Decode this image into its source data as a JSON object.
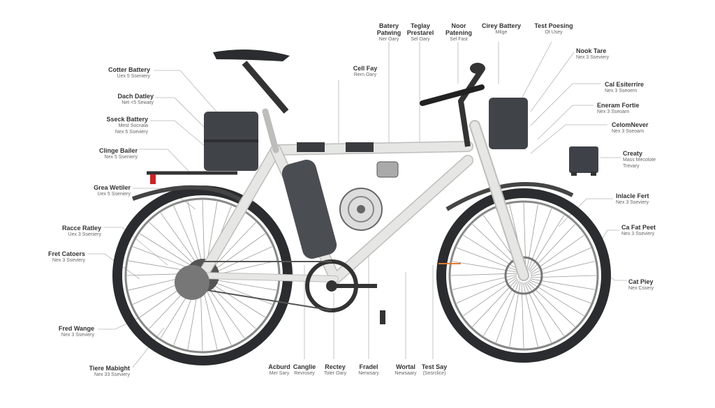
{
  "left_labels": [
    {
      "title": "Cotter Battery",
      "sub": "Uex 5 Sseniery"
    },
    {
      "title": "Dach Datley",
      "sub": "Net <5 Sewaty"
    },
    {
      "title": "Sseck Battery",
      "sub": "Mest Socnala",
      "sub2": "Nex 5 Sseviery"
    },
    {
      "title": "Clinge Bailer",
      "sub": "Nex 5 Sseniery"
    },
    {
      "title": "Grea Wetiler",
      "sub": "Uex 5 Sseniery"
    },
    {
      "title": "Racce Ratley",
      "sub": "Uex 3 Sseniery"
    },
    {
      "title": "Fret Catoers",
      "sub": "Nex 3 Sseviery"
    },
    {
      "title": "Fred Wange",
      "sub": "Nex 3 Sseviery"
    },
    {
      "title": "Tiere Mabight",
      "sub": "Nex 33 Sseviery"
    }
  ],
  "top_labels": [
    {
      "title": "Cell Fay",
      "sub": "Rern Oary"
    },
    {
      "title": "Batery Patwing",
      "sub": "Ner Oary"
    },
    {
      "title": "Teglay Prestarel",
      "sub": "Sel Oary"
    },
    {
      "title": "Noor Patening",
      "sub": "Sel Fast"
    },
    {
      "title": "Cirey Battery",
      "sub": "Mlige"
    },
    {
      "title": "Test Poesing",
      "sub": "Ot Usey"
    }
  ],
  "right_labels": [
    {
      "title": "Nook Tare",
      "sub": "Nex 3 Sseviery"
    },
    {
      "title": "Cal Esiterrire",
      "sub": "Nex 3 Sseoern"
    },
    {
      "title": "Eneram Fortie",
      "sub": "Nex 3 Sseoarn"
    },
    {
      "title": "CelomNever",
      "sub": "Nex 3 Sseoarn"
    },
    {
      "title": "Creaty",
      "sub": "Mass Mecolote",
      "sub2": "Trevary"
    },
    {
      "title": "Inlacle Fert",
      "sub": "Nex 3 Sseviery"
    },
    {
      "title": "Ca Fat Peet",
      "sub": "Nex 3 Sseviery"
    },
    {
      "title": "Cat Piey",
      "sub": "Nex Cssery"
    }
  ],
  "bottom_labels": [
    {
      "title": "Acburd",
      "sub": "Mer Sary"
    },
    {
      "title": "Canglie",
      "sub": "Revrosey"
    },
    {
      "title": "Rectey",
      "sub": "Toler Oary"
    },
    {
      "title": "Fradel",
      "sub": "Nerwsary"
    },
    {
      "title": "Wortal",
      "sub": "Newsaary"
    },
    {
      "title": "Test Say",
      "sub": "(Sesrclice)"
    }
  ],
  "colors": {
    "frame": "#e6e6e4",
    "tire": "#2a2c2f",
    "battery": "#4a4d52",
    "leader": "#b5b5b5",
    "reflector": "#d42020",
    "accent": "#e07a2a"
  }
}
